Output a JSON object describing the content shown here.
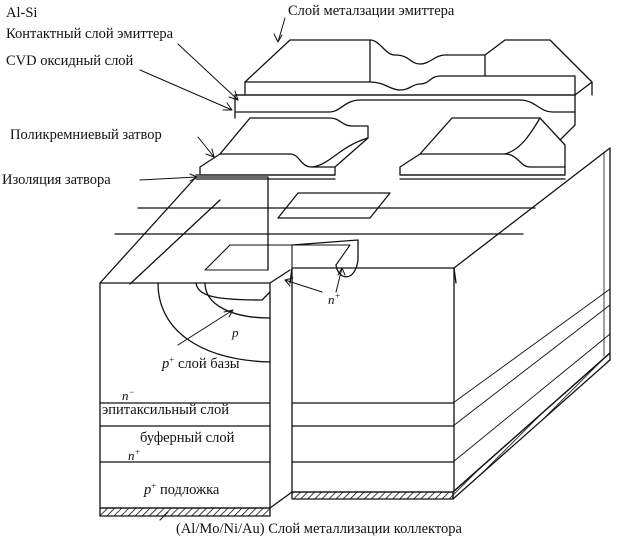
{
  "labels": {
    "al_si": "Al-Si",
    "emitter_metal": "Слой металзации эмиттера",
    "contact_layer": "Контактный слой эмиттера",
    "cvd_oxide": "CVD оксидный слой",
    "poly_gate": "Поликремниевый затвор",
    "gate_isolation": "Изоляция затвора",
    "p_body": "p",
    "p_base_mark": "p",
    "p_base_plus": "+",
    "p_base_text": "слой базы",
    "n_emitter_mark": "n",
    "n_emitter_plus": "+",
    "n_epi_mark": "n",
    "n_epi_minus": "−",
    "epi_layer": "эпитаксильный слой",
    "buffer_layer": "буферный слой",
    "n_buffer_mark": "n",
    "n_buffer_plus": "+",
    "sub_mark": "p",
    "sub_plus": "+",
    "substrate_text": "подложка",
    "collector_metal": "(Al/Mo/Ni/Au) Слой металлизации коллектора"
  }
}
